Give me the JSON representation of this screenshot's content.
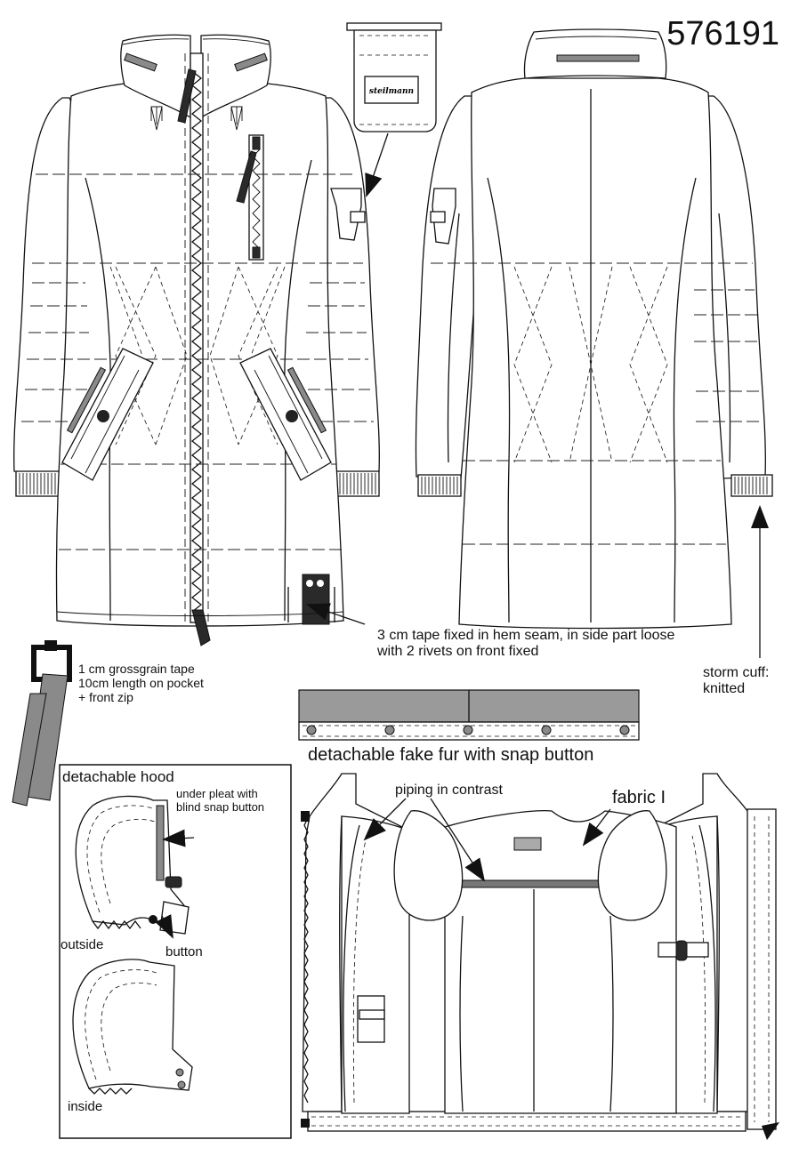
{
  "article_number": "576191",
  "hangtag_brand": "steilmann",
  "callouts": {
    "hem_tape": "3 cm tape fixed in hem seam, in side part loose\nwith 2 rivets on front fixed",
    "grossgrain": "1 cm grossgrain tape\n10cm length on pocket\n+ front zip",
    "storm_cuff": "storm cuff:\nknitted",
    "fake_fur": "detachable fake fur with snap button",
    "piping": "piping in contrast",
    "fabric": "fabric I"
  },
  "hood_panel": {
    "title": "detachable hood",
    "under_pleat": "under pleat with\nblind snap button",
    "outside": "outside",
    "button": "button",
    "inside": "inside"
  },
  "colors": {
    "line": "#111111",
    "tape_grey": "#8a8a8a",
    "dark": "#2a2a2a"
  }
}
